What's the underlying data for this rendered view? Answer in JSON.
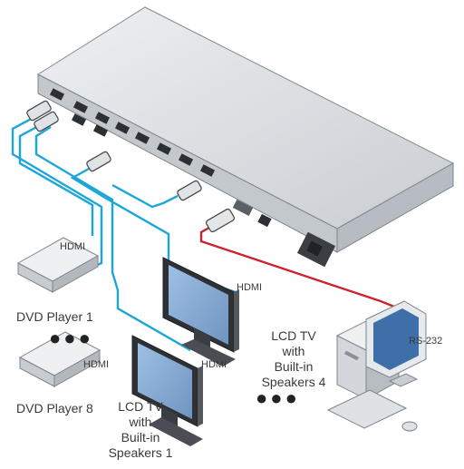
{
  "diagram": {
    "colors": {
      "hdmi_cable": "#1aa6d8",
      "rs232_cable": "#c8262c",
      "device_body": "#d7dbe0",
      "device_dark": "#9aa1a9",
      "screen": "#8fb3d9",
      "background": "#ffffff"
    },
    "labels": {
      "hdmi_1": "HDMI",
      "hdmi_2": "HDMI",
      "hdmi_3": "HDMI",
      "hdmi_4": "HDMI",
      "rs232": "RS-232",
      "dvd_player_1": "DVD Player 1",
      "dvd_player_8": "DVD Player 8",
      "lcd_tv_4": [
        "LCD TV",
        "with",
        "Built-in",
        "Speakers 4"
      ],
      "lcd_tv_1": [
        "LCD TV",
        "with",
        "Built-in",
        "Speakers 1"
      ],
      "ellipsis_dvd": "●●●",
      "ellipsis_tv": "●●●"
    },
    "icons": [
      "matrix-switcher-icon",
      "dvd-player-icon",
      "lcd-tv-icon",
      "pc-tower-icon",
      "monitor-icon",
      "keyboard-icon",
      "mouse-icon",
      "hdmi-plug-icon",
      "db9-plug-icon"
    ]
  }
}
